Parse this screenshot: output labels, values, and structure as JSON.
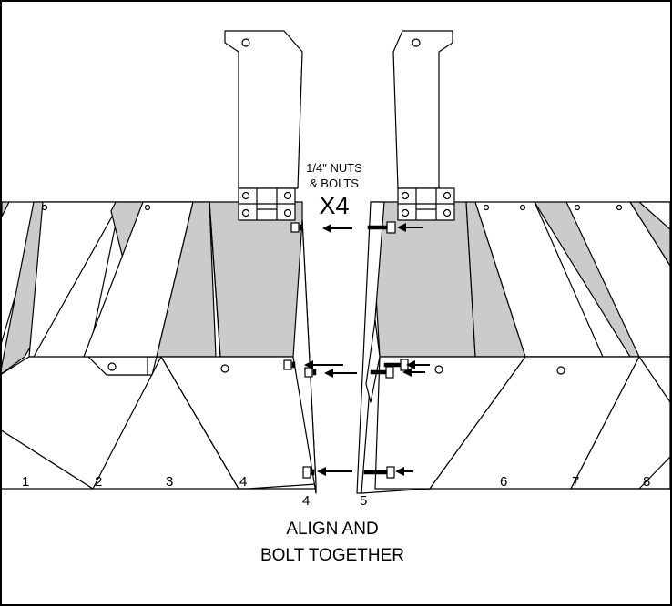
{
  "callout": {
    "hardware_line1": "1/4\" NUTS",
    "hardware_line2": "& BOLTS",
    "quantity": "X4"
  },
  "panel_numbers": [
    "1",
    "2",
    "3",
    "4",
    "6",
    "7",
    "8"
  ],
  "seam_numbers": [
    "4",
    "5"
  ],
  "instruction": {
    "line1": "ALIGN AND",
    "line2": "BOLT TOGETHER"
  },
  "colors": {
    "shade": "#cbcbcb",
    "ink": "#000000",
    "paper": "#ffffff"
  }
}
